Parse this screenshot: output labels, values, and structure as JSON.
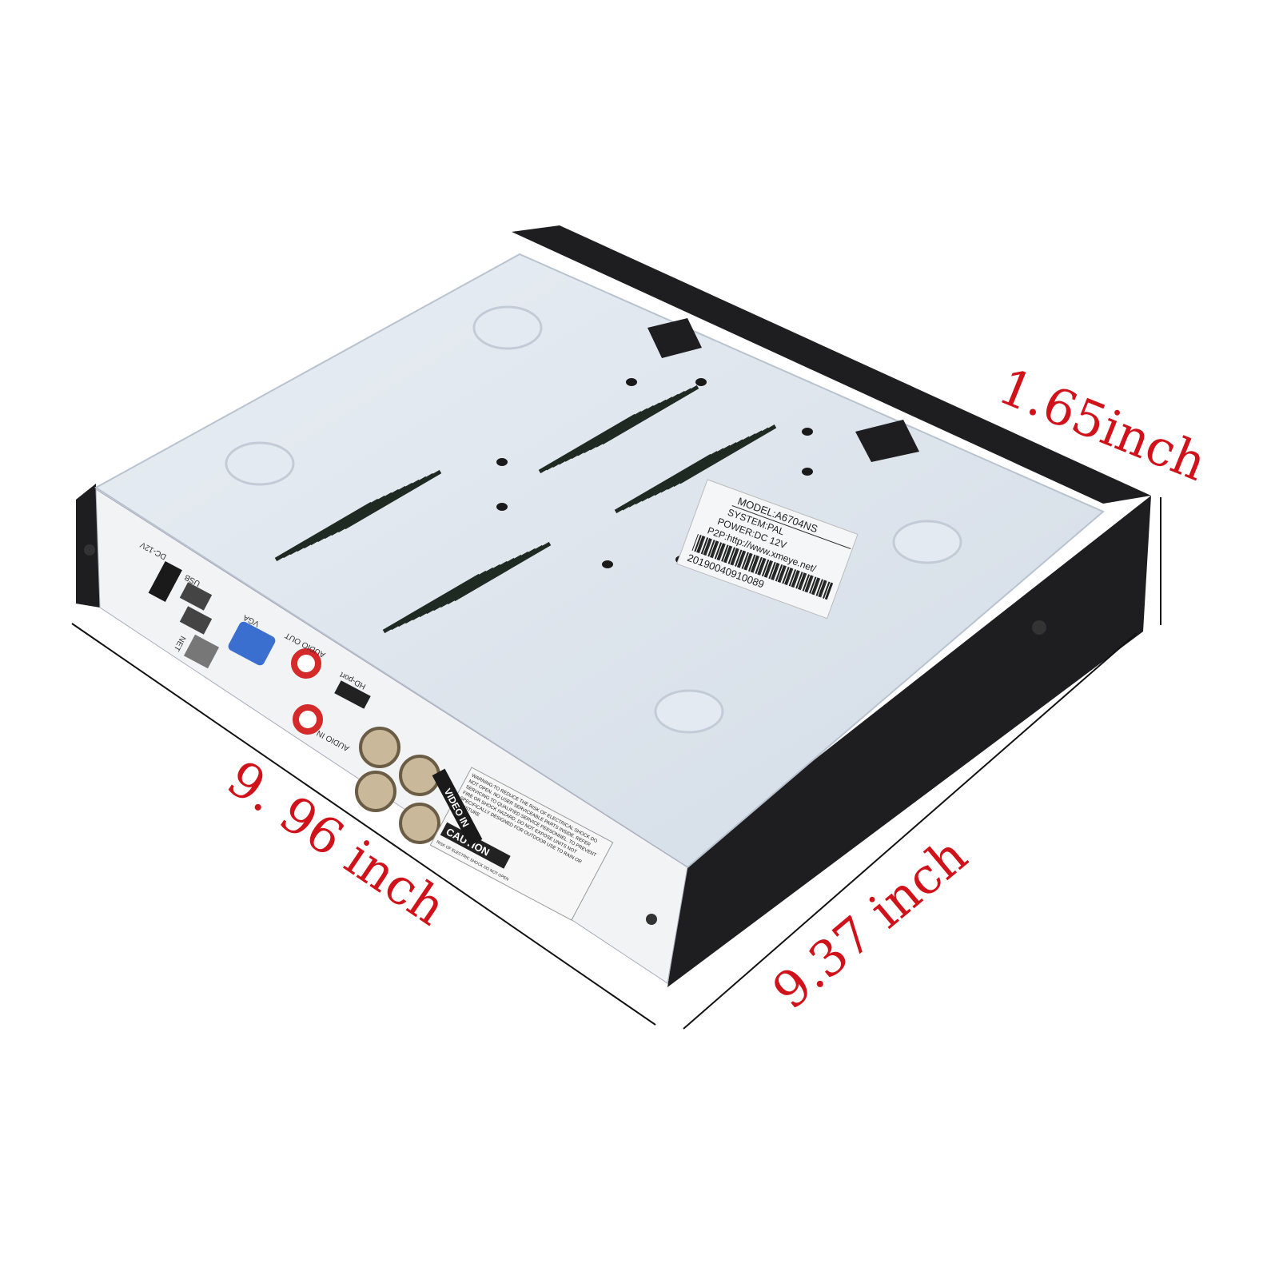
{
  "dimensions": {
    "length": "9. 96 inch",
    "width": "9.37 inch",
    "height": "1.65inch",
    "line_color": "#111111",
    "text_color": "#d0121b"
  },
  "label": {
    "model": "MODEL:A6704NS",
    "system": "SYSTEM:PAL",
    "power": "POWER:DC 12V",
    "p2p": "P2P:http://www.xmeye.net/",
    "serial": "20190040910089"
  },
  "ports": {
    "dc": "DC-12V",
    "usb": "USB",
    "net": "NET",
    "vga": "VGA",
    "audio_out": "AUDIO OUT",
    "audio_in": "AUDIO IN",
    "hd": "HD-port",
    "video_in": "VIDEO IN"
  },
  "caution": {
    "title": "CAUTION",
    "subtitle": "RISK OF ELECTRIC SHOCK DO NOT OPEN",
    "warning": "WARNING:TO REDUCE THE RISK OF ELECTRICAL SHOCK DO NOT OPEN. NO USER SERVICEABLE PARTS INSIDE. REFER SERVICING TO QUALIFIED SERVICE PERSONNEL. TO PREVENT FIRE OR SHOCK HAZARD, DO NOT EXPOSE UNITS NOT SPECIFICALLY DESIGNED FOR OUTDOOR USE TO RAIN OR MOISTURE"
  },
  "colors": {
    "top_panel": "#dfe6ee",
    "chassis": "#1e1e20",
    "rear_panel": "#f2f3f4",
    "rca_red": "#d42a2a",
    "vga_blue": "#3a6fd0"
  }
}
